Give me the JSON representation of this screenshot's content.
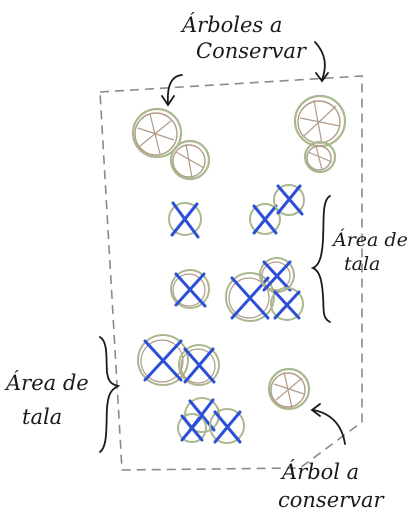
{
  "labels": {
    "conserve_top_line1": "Árboles a",
    "conserve_top_line2": "Conservar",
    "tala_right_line1": "Área de",
    "tala_right_line2": "tala",
    "tala_left_line1": "Área de",
    "tala_left_line2": "tala",
    "conserve_bottom_line1": "Árbol a",
    "conserve_bottom_line2": "conservar"
  },
  "colors": {
    "outline": "#8a8a8a",
    "tree_green": "#a9b88e",
    "tree_brown": "#b39a88",
    "cross_blue": "#2b4fd6",
    "ink": "#1a1a1a"
  },
  "legend_meaning": {
    "circle": "Árbol a conservar",
    "circle_with_x": "Área de tala"
  }
}
